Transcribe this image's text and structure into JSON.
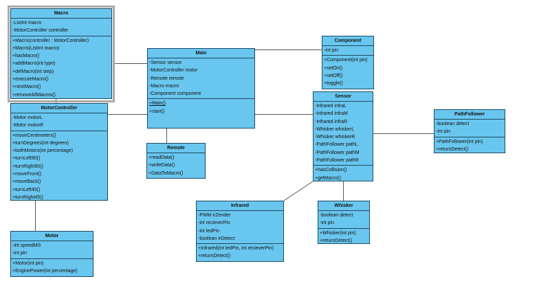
{
  "diagram": {
    "type": "uml-class-diagram",
    "selected_class": "Macro",
    "colors": {
      "class_fill": "#69c6ee",
      "class_border": "#1b4a63",
      "connector": "#555555",
      "selection_frame": "#a9a9a9",
      "background": "#ffffff"
    }
  },
  "classes": {
    "macro": {
      "name": "Macro",
      "attributes": [
        "-ListInt macro",
        "-MotorController controller"
      ],
      "methods": [
        "+Macro(controller : MotorController)",
        "+Macro(ListInt macro)",
        "+hasMacro()",
        "+addMacro(int type)",
        "+delMacro(int step)",
        "+executeMacro()",
        "+nextMacro()",
        "+removeAllMacros()"
      ]
    },
    "motor_controller": {
      "name": "MotorController",
      "attributes": [
        "-Motor motorL",
        "-Motor motorR"
      ],
      "methods": [
        "+moveCentimeters()",
        "+turnDegrees(int degrees)",
        "+bothMotors(int percentage)",
        "+turnLeft90()",
        "+turnRight90()",
        "+moveFront()",
        "+moveBack()",
        "+turnLeft45()",
        "+turnRight45()"
      ]
    },
    "motor": {
      "name": "Motor",
      "attributes": [
        "-int speedMS",
        "-int pin"
      ],
      "methods": [
        "+Motor(int pin)",
        "+EnginePower(int percentage)"
      ]
    },
    "main": {
      "name": "Main",
      "attributes": [
        "-Sensor sensor",
        "-MotorController motor",
        "-Remote remote",
        "-Macro macro",
        "-Component component"
      ],
      "methods": [
        "+Main()",
        "+start()"
      ]
    },
    "remote": {
      "name": "Remote",
      "methods": [
        "+readData()",
        "+writeData()",
        "+DataToMacro()"
      ]
    },
    "component": {
      "name": "Component",
      "attributes": [
        "-int pin"
      ],
      "methods": [
        "+Component(int pin)",
        "+setOn()",
        "+setOff()",
        "+toggle()"
      ]
    },
    "sensor": {
      "name": "Sensor",
      "attributes": [
        "-Infrared infraL",
        "-Infrared infraM",
        "-Infrared infraR",
        "-Whisker whiskerL",
        "-Whisker whiskerR",
        "-PathFollower pathL",
        "-PathFollower pathM",
        "-PathFollower pathR"
      ],
      "methods": [
        "+hasCollision()",
        "+getMacro()"
      ]
    },
    "infrared": {
      "name": "Infrared",
      "attributes": [
        "-PWM irZender",
        "-int recieverPin",
        "-int ledPin",
        "-boolean irDetect"
      ],
      "methods": [
        "+Infrared(int ledPin, int recieverPin)",
        "+returnDetect()"
      ]
    },
    "whisker": {
      "name": "Whisker",
      "attributes": [
        "-boolean detect",
        "-int pin"
      ],
      "methods": [
        "+Whisker(int pin)",
        "+returnDetect()"
      ]
    },
    "path_follower": {
      "name": "PathFollower",
      "attributes": [
        "-boolean detect",
        "-int pin"
      ],
      "methods": [
        "+PathFollower(int pin)",
        "+returnDetect()"
      ]
    }
  }
}
